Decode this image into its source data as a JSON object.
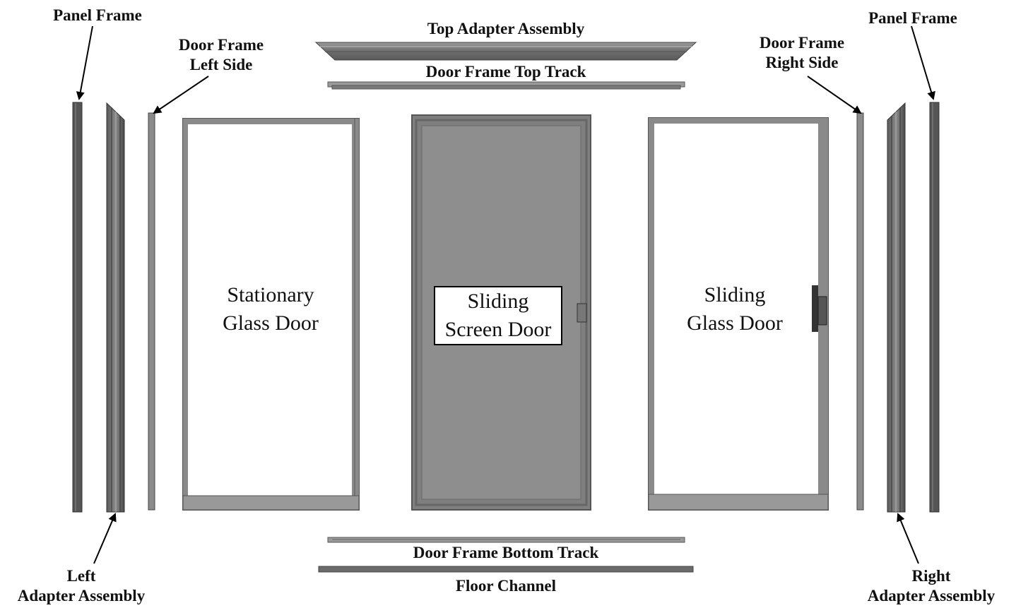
{
  "labels": {
    "panel_frame_left": "Panel Frame",
    "panel_frame_right": "Panel Frame",
    "door_frame_left_line1": "Door Frame",
    "door_frame_left_line2": "Left Side",
    "door_frame_right_line1": "Door Frame",
    "door_frame_right_line2": "Right Side",
    "top_adapter_assembly": "Top Adapter Assembly",
    "door_frame_top_track": "Door Frame Top Track",
    "door_frame_bottom_track": "Door Frame Bottom Track",
    "floor_channel": "Floor Channel",
    "left_adapter_line1": "Left",
    "left_adapter_line2": "Adapter Assembly",
    "right_adapter_line1": "Right",
    "right_adapter_line2": "Adapter Assembly"
  },
  "doors": {
    "stationary_line1": "Stationary",
    "stationary_line2": "Glass Door",
    "screen_line1": "Sliding",
    "screen_line2": "Screen Door",
    "sliding_glass_line1": "Sliding",
    "sliding_glass_line2": "Glass Door"
  },
  "colors": {
    "frame_dark": "#4a4a4a",
    "frame_mid": "#7a7a7a",
    "frame_light": "#a8a8a8",
    "screen_fill": "#8a8a8a",
    "background": "#ffffff"
  }
}
